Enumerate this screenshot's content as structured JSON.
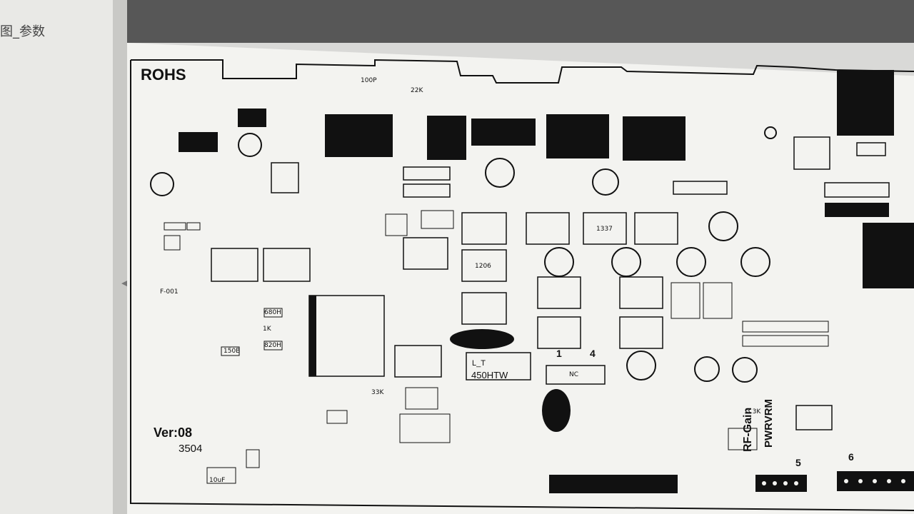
{
  "sidebar": {
    "title": "图_参数"
  },
  "board": {
    "rohs_label": "ROHS",
    "version": "Ver:08",
    "number": "3504",
    "lt_label": "L_T",
    "inductor_label": "450HTW",
    "rf_gain_label": "RF-Gain",
    "pwr_vrm_label": "PWRVRM",
    "pin_1": "1",
    "pin_4": "4",
    "pin_5": "5",
    "pin_6": "6",
    "labels": {
      "r_33k": "33K",
      "nc": "NC",
      "r_100p": "100P",
      "f_001": "F-001",
      "r_680h": "680H",
      "r_820h": "820H",
      "r_1k": "1K",
      "r_150b": "150B",
      "c_1206": "1206",
      "c_1337": "1337",
      "r_22k": "22K",
      "r_3_3k": "3.3K",
      "c_10uf": "10uF"
    }
  },
  "colors": {
    "ink": "#111111",
    "paper": "#f3f3f0",
    "topbar": "#575757",
    "panel": "#e9e9e6"
  }
}
